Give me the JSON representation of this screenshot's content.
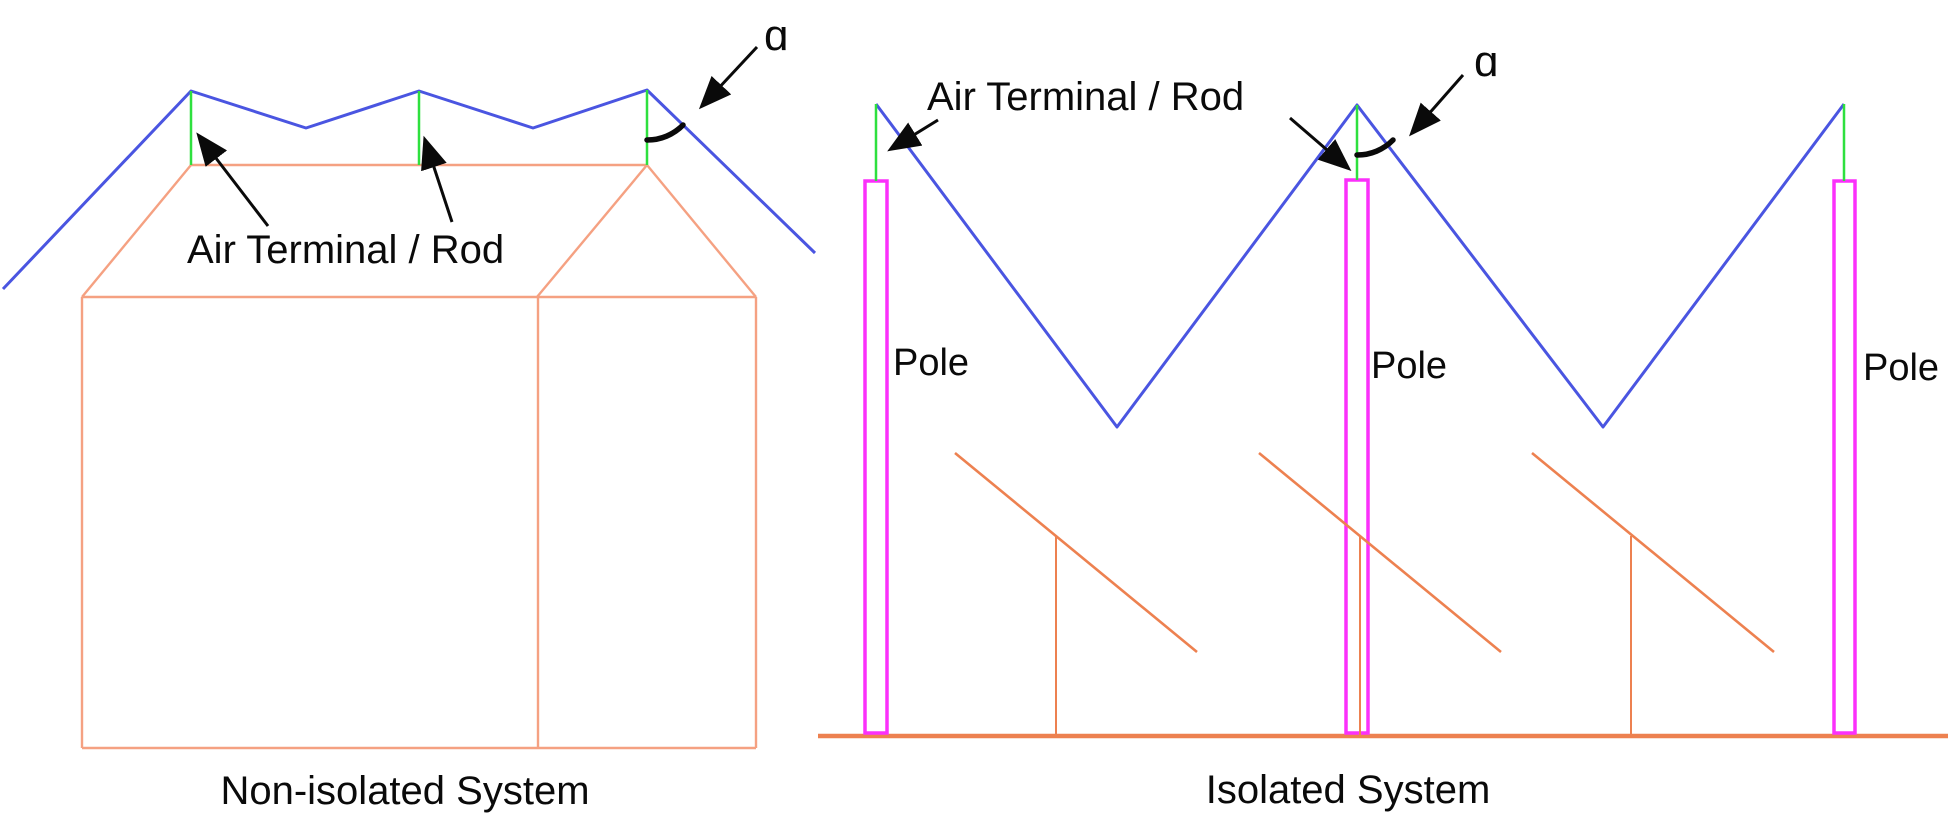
{
  "figure": {
    "left_system": {
      "caption": "Non-isolated System",
      "air_terminal_label": "Air Terminal / Rod",
      "angle_label": "ɑ",
      "rod_count": 3
    },
    "right_system": {
      "caption": "Isolated System",
      "air_terminal_label": "Air Terminal / Rod",
      "angle_label": "ɑ",
      "pole_labels": [
        "Pole",
        "Pole",
        "Pole"
      ],
      "pole_count": 3,
      "panel_count": 3
    }
  },
  "colors": {
    "wire_blue": "#4a55e1",
    "rod_green": "#2ee03e",
    "building_orange": "#f5a182",
    "panel_orange": "#ed8150",
    "pole_magenta": "#fb30fb",
    "ink": "#0a0a0a"
  }
}
